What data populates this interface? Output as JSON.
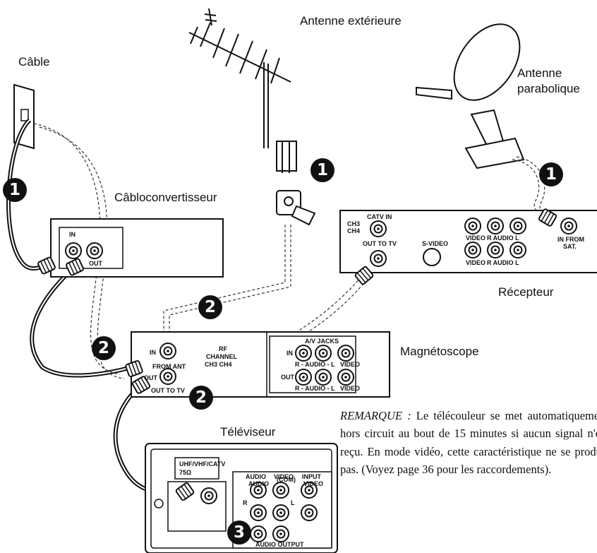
{
  "labels": {
    "cable": "Câble",
    "outdoor_antenna": "Antenne extérieure",
    "dish_line1": "Antenne",
    "dish_line2": "parabolique",
    "converter": "Câbloconvertisseur",
    "receiver": "Récepteur",
    "vcr": "Magnétoscope",
    "tv": "Téléviseur"
  },
  "step_badges": [
    "1",
    "1",
    "1",
    "2",
    "2",
    "2",
    "3"
  ],
  "converter_panel": {
    "in": "IN",
    "out": "OUT"
  },
  "receiver_panel": {
    "ch3": "CH3",
    "ch4": "CH4",
    "catv_in": "CATV IN",
    "out_to_tv": "OUT TO TV",
    "svideo": "S-VIDEO",
    "video": "VIDEO",
    "r_audio_l": "R  AUDIO  L",
    "in_from_sat_1": "IN FROM",
    "in_from_sat_2": "SAT."
  },
  "vcr_panel": {
    "in": "IN",
    "from_ant": "FROM ANT",
    "out": "OUT",
    "out_to_tv": "OUT TO TV",
    "rf": "RF",
    "channel": "CHANNEL",
    "ch3ch4": "CH3  CH4",
    "av_jacks": "A/V JACKS",
    "av_in": "IN",
    "av_out": "OUT",
    "r_audio_l": "R - AUDIO - L",
    "video": "VIDEO"
  },
  "tv_panel": {
    "uhf": "UHF/VHF/CATV",
    "ohm": "75Ω",
    "audio": "AUDIO",
    "video": "VIDEO",
    "input": "INPUT",
    "com": "(COM)",
    "r": "R",
    "l": "L",
    "audio_output": "AUDIO OUTPUT"
  },
  "note": {
    "prefix": "REMARQUE :",
    "text": " Le télécouleur se met automatiquement hors circuit au bout de 15 minutes si aucun signal n'est reçu. En mode vidéo, cette caractéristique ne se produit pas. (Voyez page 36 pour les raccordements)."
  },
  "colors": {
    "ink": "#111111",
    "panel": "#ffffff",
    "background": "#ffffff"
  }
}
